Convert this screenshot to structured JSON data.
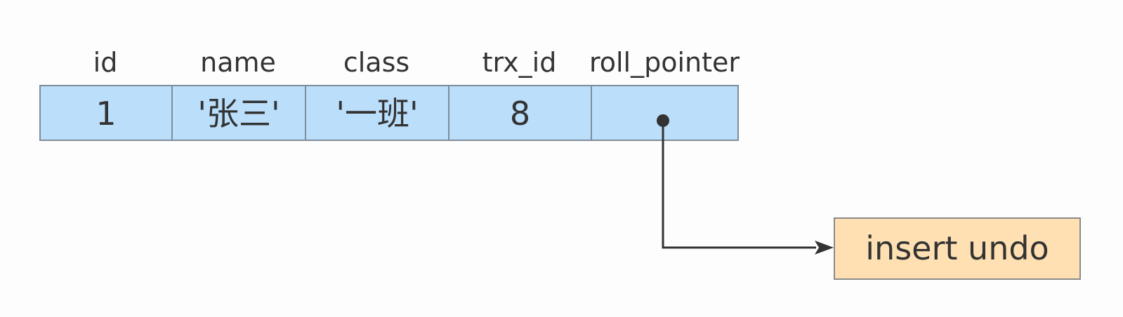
{
  "columns": [
    {
      "header": "id",
      "value": "1"
    },
    {
      "header": "name",
      "value": "'张三'"
    },
    {
      "header": "class",
      "value": "'一班'"
    },
    {
      "header": "trx_id",
      "value": "8"
    },
    {
      "header": "roll_pointer",
      "value": ""
    }
  ],
  "undo_log": {
    "label": "insert undo"
  },
  "colors": {
    "row_fill": "#bbdefb",
    "row_border": "#7f8c9a",
    "undo_fill": "#ffe0b2",
    "undo_border": "#8a8a8a",
    "arrow": "#333333"
  }
}
